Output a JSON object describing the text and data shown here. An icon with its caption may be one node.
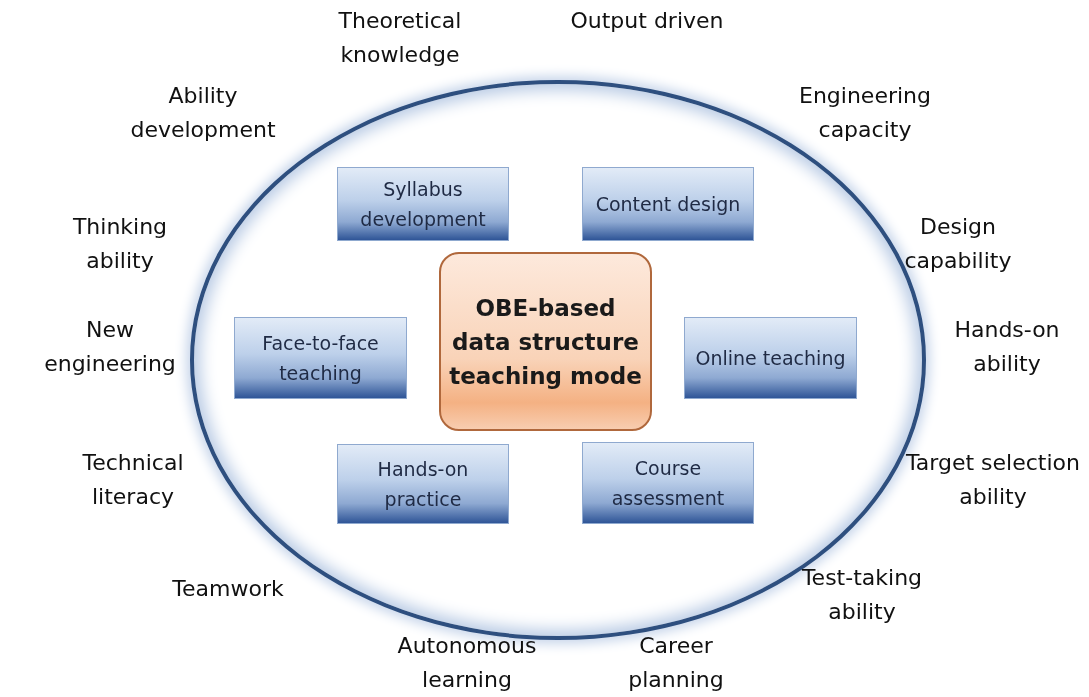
{
  "diagram": {
    "nodes": [
      {
        "text": [],
        "shape": "ellipse"
      },
      {
        "text": [
          "Syllabus development"
        ],
        "in": 0
      },
      {
        "text": [
          "Content design"
        ],
        "in": 0
      },
      {
        "text": [
          "OBE-based data structure teaching mode"
        ],
        "in": 0
      },
      {
        "text": [
          "Face-to-face teaching"
        ],
        "in": 0
      },
      {
        "text": [
          "Online teaching"
        ],
        "in": 0
      },
      {
        "text": [
          "Hands-on practice"
        ],
        "in": 0
      },
      {
        "text": [
          "Course assessment"
        ],
        "in": 0
      }
    ],
    "edges": [],
    "labels": [
      "Theoretical knowledge",
      "Output driven",
      "Ability development",
      "Engineering capacity",
      "Thinking ability",
      "Design capability",
      "New engineering",
      "Hands-on ability",
      "Technical literacy",
      "Target selection ability",
      "Teamwork",
      "Test-taking ability",
      "Autonomous learning",
      "Career planning"
    ]
  }
}
